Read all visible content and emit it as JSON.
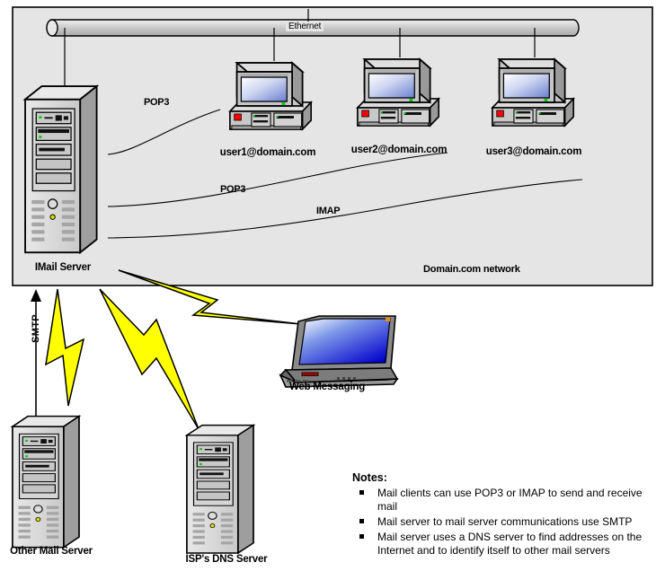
{
  "diagram": {
    "title": "IMail Server mail network diagram",
    "network_box": {
      "label": "Domain.com network",
      "background_color": "#e5e5e5",
      "border_color": "#000000"
    },
    "backbone": {
      "label": "Ethernet",
      "icon": "ethernet-bus-icon"
    },
    "devices": [
      {
        "id": "imail-server",
        "label": "IMail Server",
        "icon": "server-tower-icon"
      },
      {
        "id": "user1-workstation",
        "label": "user1@domain.com",
        "icon": "desktop-computer-icon"
      },
      {
        "id": "user2-workstation",
        "label": "user2@domain.com",
        "icon": "desktop-computer-icon"
      },
      {
        "id": "user3-workstation",
        "label": "user3@domain.com",
        "icon": "desktop-computer-icon"
      },
      {
        "id": "web-messaging",
        "label": "Web Messaging",
        "icon": "laptop-icon"
      },
      {
        "id": "other-mail-server",
        "label": "Other Mail Server",
        "icon": "server-tower-icon"
      },
      {
        "id": "isp-dns-server",
        "label": "ISP's DNS Server",
        "icon": "server-tower-icon"
      }
    ],
    "protocol_labels": [
      {
        "id": "pop3-user1",
        "label": "POP3"
      },
      {
        "id": "pop3-user2",
        "label": "POP3"
      },
      {
        "id": "imap-user3",
        "label": "IMAP"
      },
      {
        "id": "smtp-link",
        "label": "SMTP"
      }
    ],
    "notes": {
      "title": "Notes:",
      "items": [
        "Mail clients can use POP3 or IMAP to send and receive mail",
        "Mail server to mail server communications use SMTP",
        "Mail server uses a DNS server to find addresses on the Internet and to identify itself to other mail servers"
      ]
    },
    "colors": {
      "bolt_fill": "#ffff00",
      "bolt_stroke": "#000000",
      "screen_gradient_start": "#6a7fd0",
      "screen_gradient_end": "#ffffff",
      "laptop_screen_start": "#0000cc",
      "laptop_screen_end": "#ffffff",
      "case_light": "#d8d8d8",
      "case_mid": "#b8b8b8",
      "case_dark": "#8c8c8c",
      "led_green": "#00cc00",
      "led_red": "#ff0000",
      "led_yellow": "#dddd00"
    }
  }
}
